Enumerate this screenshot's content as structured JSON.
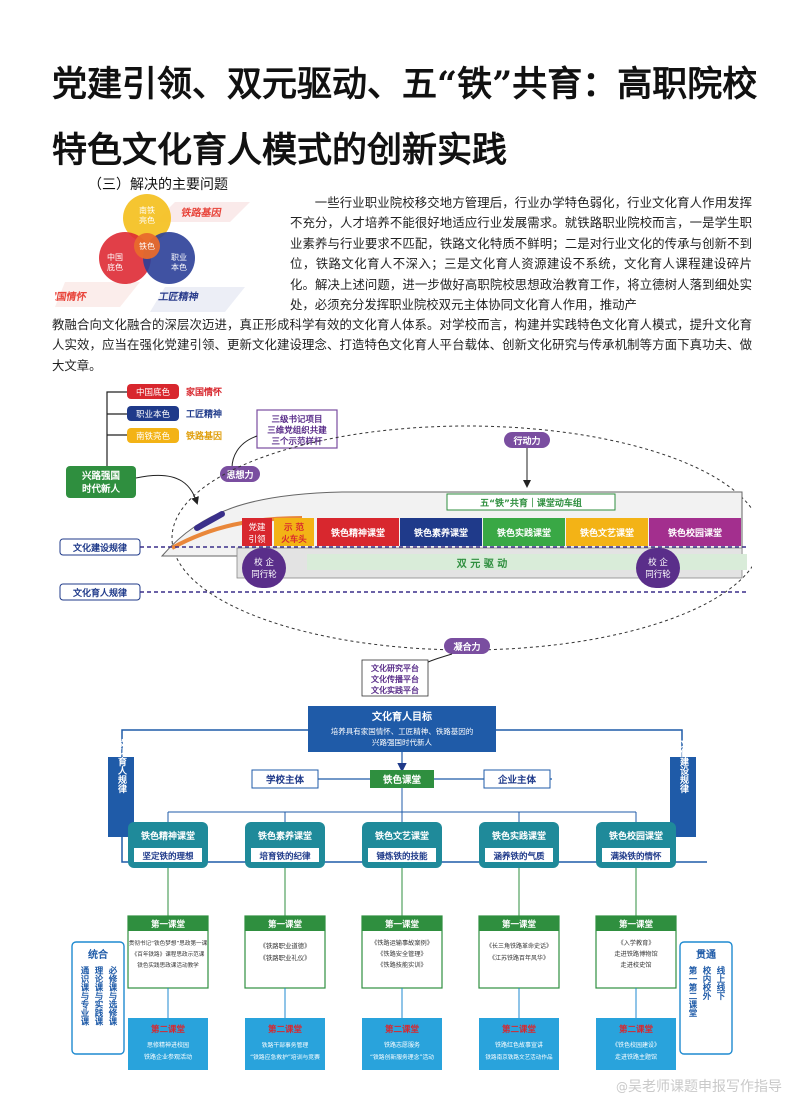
{
  "title": "党建引领、双元驱动、五“铁”共育：高职院校特色文化育人模式的创新实践",
  "section_heading": "（三）解决的主要问题",
  "venn": {
    "top": [
      "南铁",
      "亮色"
    ],
    "left": [
      "中国",
      "底色"
    ],
    "right": [
      "职业",
      "本色"
    ],
    "center": "铁色",
    "tags": [
      {
        "label": "铁路基因",
        "color": "#e8443a"
      },
      {
        "label": "家国情怀",
        "color": "#e8443a"
      },
      {
        "label": "工匠精神",
        "color": "#2a3c8c"
      }
    ]
  },
  "paragraph_right": "一些行业职业院校移交地方管理后，行业办学特色弱化，行业文化育人作用发挥不充分，人才培养不能很好地适应行业发展需求。就铁路职业院校而言，一是学生职业素养与行业要求不匹配，铁路文化特质不鲜明；二是对行业文化的传承与创新不到位，铁路文化育人不深入；三是文化育人资源建设不系统，文化育人课程建设碎片化。解决上述问题，进一步做好高职院校思想政治教育工作，将立德树人落到细处实处，必须充分发挥职业院校双元主体协同文化育人作用，推动产",
  "paragraph_full": "教融合向文化融合的深层次迈进，真正形成科学有效的文化育人体系。对学校而言，构建并实践特色文化育人模式，提升文化育人实效，应当在强化党建引领、更新文化建设理念、打造特色文化育人平台载体、创新文化研究与传承机制等方面下真功夫、做大文章。",
  "train": {
    "legend": [
      {
        "badge": "中国底色",
        "text": "家国情怀",
        "badge_color": "#d8272e",
        "text_color": "#d8272e"
      },
      {
        "badge": "职业本色",
        "text": "工匠精神",
        "badge_color": "#1f3a8a",
        "text_color": "#1f3a8a"
      },
      {
        "badge": "南铁亮色",
        "text": "铁路基因",
        "badge_color": "#f3b316",
        "text_color": "#e0a010"
      }
    ],
    "sanji": [
      "三级书记项目",
      "三维党组织共建",
      "三个示范样杆"
    ],
    "sixiang": "思想力",
    "xingdong": "行动力",
    "ningju": "凝合力",
    "xinglu": [
      "兴路强国",
      "时代新人"
    ],
    "wutie": "五“铁”共育｜课堂动车组",
    "party_lead": [
      "党建",
      "引领"
    ],
    "head": [
      "示  范",
      "火车头"
    ],
    "cars": [
      "铁色精神课堂",
      "铁色素养课堂",
      "铁色实践课堂",
      "铁色文艺课堂",
      "铁色校园课堂"
    ],
    "shuangyuan": "双  元  驱  动",
    "wheel_left": [
      "校  企",
      "同行轮"
    ],
    "wheel_right": [
      "校  企",
      "同行轮"
    ],
    "rail_top": "文化建设规律",
    "rail_bottom": "文化育人规律",
    "platforms": [
      "文化研究平台",
      "文化传播平台",
      "文化实践平台"
    ]
  },
  "framework": {
    "goal_title": "文化育人目标",
    "goal_text": [
      "培养具有家国情怀、工匠精神、铁路基因的",
      "兴路强国时代新人"
    ],
    "left_law": "文化育人规律",
    "right_law": "文化建设规律",
    "school": "学校主体",
    "center": "铁色课堂",
    "enterprise": "企业主体",
    "classrooms": [
      {
        "name": "铁色精神课堂",
        "goal": "坚定铁的理想"
      },
      {
        "name": "铁色素养课堂",
        "goal": "培育铁的纪律"
      },
      {
        "name": "铁色文艺课堂",
        "goal": "锤炼铁的技能"
      },
      {
        "name": "铁色实践课堂",
        "goal": "涵养铁的气质"
      },
      {
        "name": "铁色校园课堂",
        "goal": "满染铁的情怀"
      }
    ],
    "first_label": "第一课堂",
    "first_items": [
      [
        "贯彻书记“铁色梦想”思政第一课",
        "《百年铁路》课程思政示范课",
        "铁色实践思政课活动教学"
      ],
      [
        "《铁路职业道德》",
        "《铁路职业礼仪》"
      ],
      [
        "《铁路运输事故案例》",
        "《铁路安全管理》",
        "《铁路技能实训》"
      ],
      [
        "《长三角铁路革命史话》",
        "《江苏铁路百年风华》"
      ],
      [
        "《入学教育》",
        "走进铁路博物馆",
        "走进校史馆"
      ]
    ],
    "second_label": "第二课堂",
    "second_items": [
      [
        "思修精神进校园",
        "铁路企业参观活动"
      ],
      [
        "铁路干部事务管理",
        "“铁路应急救护”培训与竞赛"
      ],
      [
        "铁路志愿服务",
        "“铁路创新服务理念”活动"
      ],
      [
        "铁路红色故事宣讲",
        "铁路南京铁路文艺活动作品"
      ],
      [
        "《铁色校园建设》",
        "走进铁路主题馆"
      ]
    ],
    "left_box": {
      "title": "统合",
      "cols": [
        "通识课与专业课",
        "理论课与实践课",
        "必修课与选修课"
      ]
    },
    "right_box": {
      "title": "贯通",
      "cols": [
        "第一第二课堂",
        "校内校外",
        "线上线下"
      ]
    }
  },
  "watermark": {
    "at": "@",
    "text": "吴老师课题申报写作指导"
  }
}
